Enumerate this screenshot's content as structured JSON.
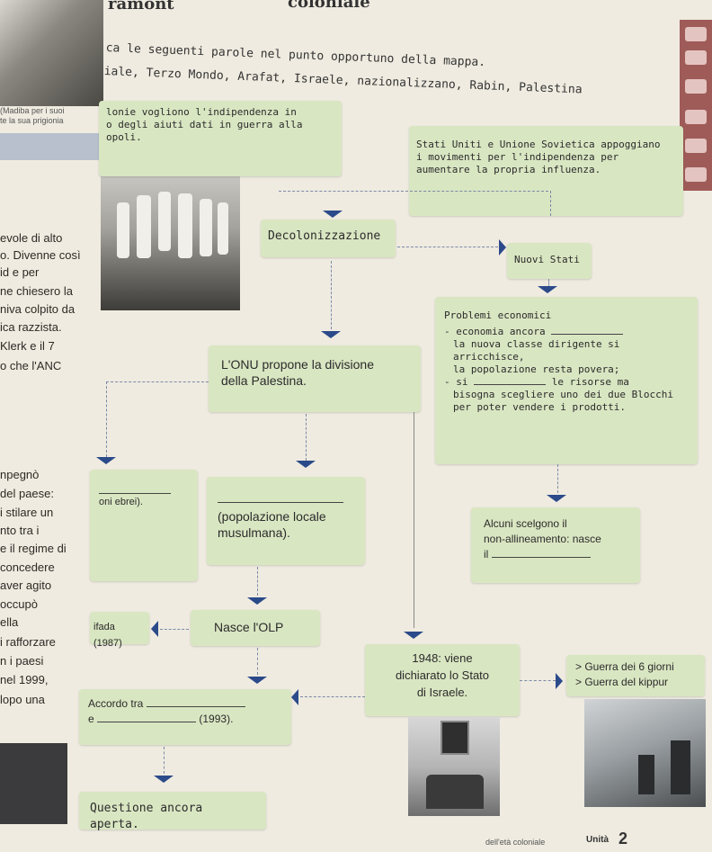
{
  "header": {
    "fragment_left": "ramont",
    "fragment_right": "coloniale",
    "instruction_line1": "ca le seguenti parole nel punto opportuno della mappa.",
    "instruction_line2": "iale, Terzo Mondo, Arafat, Israele, nazionalizzano, Rabin, Palestina"
  },
  "left_column": {
    "caption": [
      "(Madiba per i suoi",
      "te la sua prigionia"
    ],
    "lines": [
      "evole di alto",
      "o. Divenne così",
      "id e per",
      "ne chiesero la",
      "niva colpito da",
      "ica razzista.",
      "Klerk e il 7",
      "o che l'ANC",
      "npegnò",
      "del paese:",
      "i stilare un",
      "nto tra i",
      "e il regime di",
      "concedere",
      "aver agito",
      "occupò",
      "ella",
      "i rafforzare",
      "n i paesi",
      "nel 1999,",
      "lopo una"
    ]
  },
  "map": {
    "box_indep": [
      "lonie vogliono l'indipendenza in",
      "o degli aiuti dati in guerra alla",
      "opoli."
    ],
    "box_usa": [
      "Stati Uniti e Unione Sovietica appoggiano",
      "i movimenti per l'indipendenza per",
      "aumentare la propria influenza."
    ],
    "box_decol": "Decolonizzazione",
    "box_nuovi": "Nuovi Stati",
    "box_problemi": {
      "title": "Problemi economici",
      "l1": "- economia ancora",
      "l2": "la nuova classe dirigente si arricchisce,",
      "l3": "la popolazione resta povera;",
      "l4": "- si",
      "l4b": "le risorse ma",
      "l5": "bisogna scegliere uno dei due Blocchi",
      "l6": "per poter vendere i prodotti."
    },
    "box_onu": [
      "L'ONU propone la divisione",
      "della Palestina."
    ],
    "box_coloni": "oni ebrei).",
    "box_popolazione": [
      "(popolazione locale",
      "musulmana)."
    ],
    "box_alcuni": [
      "Alcuni scelgono il",
      "non-allineamento: nasce",
      "il"
    ],
    "box_intifada": "ifada (1987)",
    "box_olp": "Nasce l'OLP",
    "box_1948": [
      "1948: viene",
      "dichiarato lo Stato",
      "di Israele."
    ],
    "wars": [
      "> Guerra dei 6 giorni",
      "> Guerra del kippur"
    ],
    "box_accordo": {
      "l1": "Accordo tra",
      "l2": "e",
      "l3": "(1993)."
    },
    "box_questione": "Questione ancora aperta."
  },
  "footer": {
    "text": "dell'età coloniale",
    "unit_label": "Unità",
    "unit_number": "2"
  },
  "side_tabs": [
    "",
    "",
    "",
    "",
    "",
    ""
  ],
  "colors": {
    "box_bg": "#d9e6c2",
    "arrow": "#2b4a8a",
    "page": "#efebe0"
  }
}
